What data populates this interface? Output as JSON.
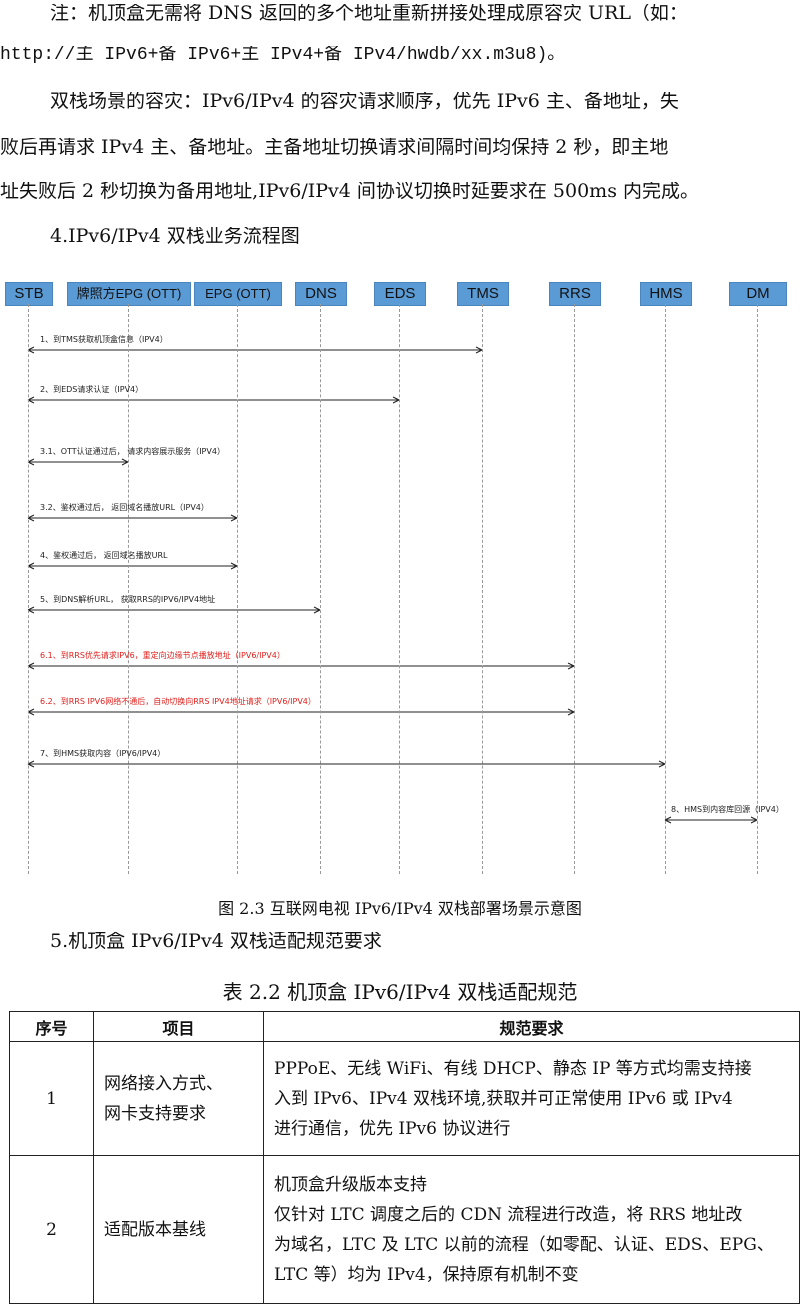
{
  "intro": {
    "note_line1": "注：机顶盒无需将 DNS 返回的多个地址重新拼接处理成原容灾 URL（如：",
    "note_line2": "http://主 IPv6+备 IPv6+主 IPv4+备 IPv4/hwdb/xx.m3u8)。",
    "dual_line1": "双栈场景的容灾：IPv6/IPv4 的容灾请求顺序，优先 IPv6 主、备地址，失",
    "dual_line2": "败后再请求 IPv4 主、备地址。主备地址切换请求间隔时间均保持 2 秒，即主地",
    "dual_line3": "址失败后 2 秒切换为备用地址,IPv6/IPv4 间协议切换时延要求在 500ms 内完成。",
    "section4": "4.IPv6/IPv4 双栈业务流程图"
  },
  "diagram": {
    "actors": [
      "STB",
      "牌照方EPG (OTT)",
      "EPG (OTT)",
      "DNS",
      "EDS",
      "TMS",
      "RRS",
      "HMS",
      "DM"
    ],
    "messages": [
      {
        "label": "1、到TMS获取机顶盒信息（IPV4）",
        "from": "STB",
        "to": "TMS",
        "highlight": false
      },
      {
        "label": "2、到EDS请求认证（IPV4）",
        "from": "STB",
        "to": "EDS",
        "highlight": false
      },
      {
        "label": "3.1、OTT认证通过后， 请求内容展示服务（IPV4）",
        "from": "STB",
        "to": "牌照方EPG (OTT)",
        "highlight": false
      },
      {
        "label": "3.2、鉴权通过后， 返回域名播放URL（IPV4）",
        "from": "STB",
        "to": "EPG (OTT)",
        "highlight": false
      },
      {
        "label": "4、鉴权通过后， 返回域名播放URL",
        "from": "STB",
        "to": "EPG (OTT)",
        "highlight": false
      },
      {
        "label": "5、到DNS解析URL， 获取RRS的IPV6/IPV4地址",
        "from": "STB",
        "to": "DNS",
        "highlight": false
      },
      {
        "label": "6.1、到RRS优先请求IPV6，重定向边缘节点播放地址（IPV6/IPV4）",
        "from": "STB",
        "to": "RRS",
        "highlight": true
      },
      {
        "label": "6.2、到RRS IPV6网络不通后，自动切换向RRS IPV4地址请求（IPV6/IPV4）",
        "from": "STB",
        "to": "RRS",
        "highlight": true
      },
      {
        "label": "7、到HMS获取内容（IPV6/IPV4）",
        "from": "STB",
        "to": "HMS",
        "highlight": false
      },
      {
        "label": "8、HMS到内容库回源（IPV4）",
        "from": "HMS",
        "to": "DM",
        "highlight": false
      }
    ],
    "colors": {
      "actor_fill": "#5b9bd5",
      "highlight_text": "#e0201c",
      "arrow": "#222222"
    }
  },
  "figure_caption": "图 2.3 互联网电视 IPv6/IPv4 双栈部署场景示意图",
  "section5": "5.机顶盒 IPv6/IPv4 双栈适配规范要求",
  "table": {
    "caption": "表 2.2 机顶盒 IPv6/IPv4 双栈适配规范",
    "headers": [
      "序号",
      "项目",
      "规范要求"
    ],
    "rows": [
      {
        "index": "1",
        "item_lines": [
          "网络接入方式、",
          "网卡支持要求"
        ],
        "spec_lines": [
          "PPPoE、无线 WiFi、有线 DHCP、静态 IP 等方式均需支持接",
          "入到 IPv6、IPv4 双栈环境,获取并可正常使用 IPv6 或 IPv4",
          "进行通信，优先 IPv6 协议进行"
        ]
      },
      {
        "index": "2",
        "item_lines": [
          "适配版本基线"
        ],
        "spec_lines": [
          "机顶盒升级版本支持",
          "仅针对 LTC 调度之后的 CDN 流程进行改造，将 RRS 地址改",
          "为域名，LTC 及 LTC 以前的流程（如零配、认证、EDS、EPG、",
          "LTC 等）均为 IPv4，保持原有机制不变"
        ]
      }
    ]
  }
}
